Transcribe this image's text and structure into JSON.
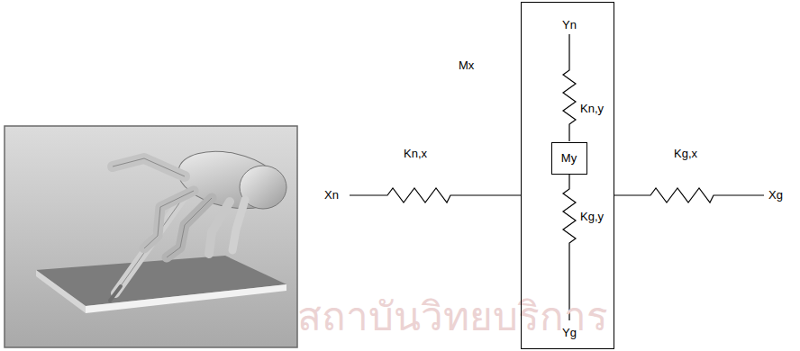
{
  "diagram": {
    "nodes": [
      {
        "text": [
          "Mx"
        ]
      },
      {
        "text": [
          "My"
        ],
        "in": 0
      }
    ],
    "labels": [
      "Yn",
      "Kn,x",
      "Kg,x",
      "Kn,y",
      "Xn",
      "Xg",
      "Kg,y",
      "Yg",
      "สถาบันวิทยบริการ"
    ]
  }
}
